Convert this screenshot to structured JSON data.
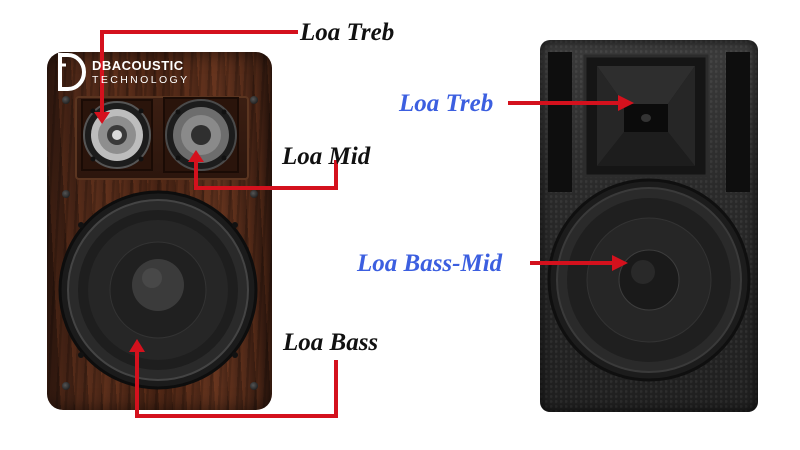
{
  "brand": {
    "name": "DBACOUSTIC",
    "tagline": "TECHNOLOGY",
    "logo_letter": "D"
  },
  "left_speaker": {
    "labels": {
      "treb": "Loa Treb",
      "mid": "Loa Mid",
      "bass": "Loa Bass"
    }
  },
  "right_speaker": {
    "labels": {
      "treb": "Loa Treb",
      "bass_mid": "Loa Bass-Mid"
    }
  },
  "colors": {
    "background": "#ffffff",
    "arrow": "#d4111d",
    "label_dark": "#111111",
    "label_blue": "#3c5fe0",
    "wood": "#4a2414",
    "cabinet_black": "#222222"
  }
}
